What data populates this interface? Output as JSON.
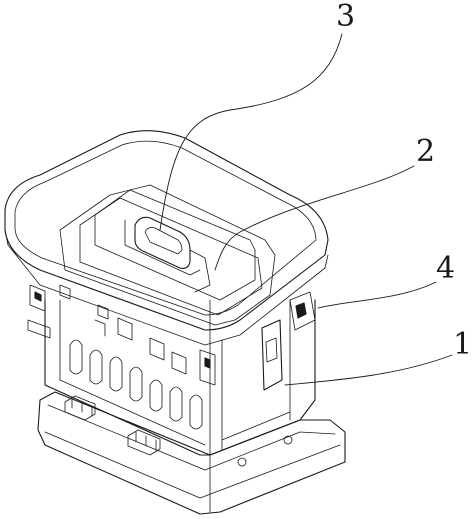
{
  "callouts": [
    {
      "id": "3",
      "label": "3"
    },
    {
      "id": "2",
      "label": "2"
    },
    {
      "id": "4",
      "label": "4"
    },
    {
      "id": "1",
      "label": "1"
    }
  ]
}
